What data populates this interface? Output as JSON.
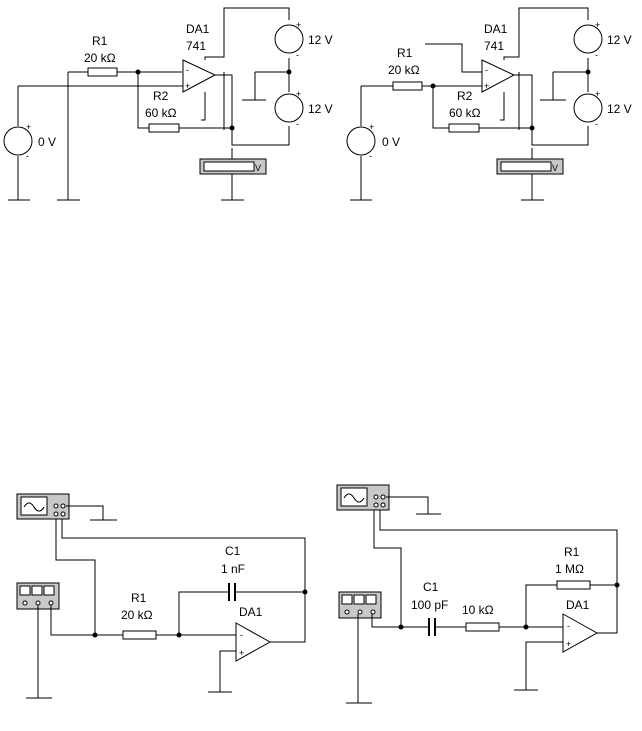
{
  "circuits": [
    {
      "id": "inverting-dc-left",
      "opamp": {
        "ref": "DA1",
        "model": "741"
      },
      "r1": {
        "ref": "R1",
        "value": "20 kΩ"
      },
      "r2": {
        "ref": "R2",
        "value": "60 kΩ"
      },
      "source": {
        "value": "0 V"
      },
      "supply_top": {
        "value": "12 V"
      },
      "supply_bottom": {
        "value": "12 V"
      },
      "meter": {
        "unit": "V"
      }
    },
    {
      "id": "inverting-dc-right",
      "opamp": {
        "ref": "DA1",
        "model": "741"
      },
      "r1": {
        "ref": "R1",
        "value": "20 kΩ"
      },
      "r2": {
        "ref": "R2",
        "value": "60 kΩ"
      },
      "source": {
        "value": "0 V"
      },
      "supply_top": {
        "value": "12 V"
      },
      "supply_bottom": {
        "value": "12 V"
      },
      "meter": {
        "unit": "V"
      }
    },
    {
      "id": "integrator",
      "opamp": {
        "ref": "DA1"
      },
      "r1": {
        "ref": "R1",
        "value": "20 kΩ"
      },
      "c1": {
        "ref": "C1",
        "value": "1 nF"
      }
    },
    {
      "id": "differentiator",
      "opamp": {
        "ref": "DA1"
      },
      "r1": {
        "ref": "R1",
        "value": "1 MΩ"
      },
      "c1": {
        "ref": "C1",
        "value": "100 pF"
      },
      "rin": {
        "value": "10 kΩ"
      }
    }
  ]
}
